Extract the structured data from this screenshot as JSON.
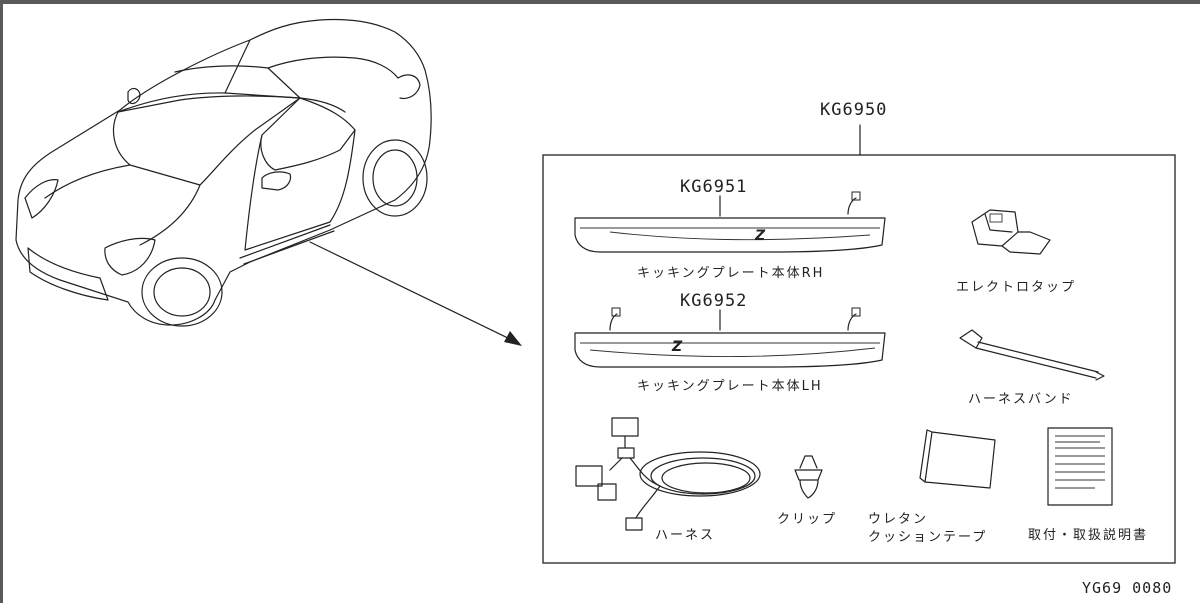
{
  "kit_code": "KG6950",
  "parts": {
    "plate_rh": {
      "code": "KG6951",
      "name": "キッキングプレート本体RH"
    },
    "plate_lh": {
      "code": "KG6952",
      "name": "キッキングプレート本体LH"
    },
    "electro_tap": {
      "name": "エレクトロタップ"
    },
    "harness_band": {
      "name": "ハーネスバンド"
    },
    "harness": {
      "name": "ハーネス"
    },
    "clip": {
      "name": "クリップ"
    },
    "urethane_tape": {
      "name_line1": "ウレタン",
      "name_line2": "クッションテープ"
    },
    "manual": {
      "name": "取付・取扱説明書"
    }
  },
  "figure_id": "YG69 0080"
}
